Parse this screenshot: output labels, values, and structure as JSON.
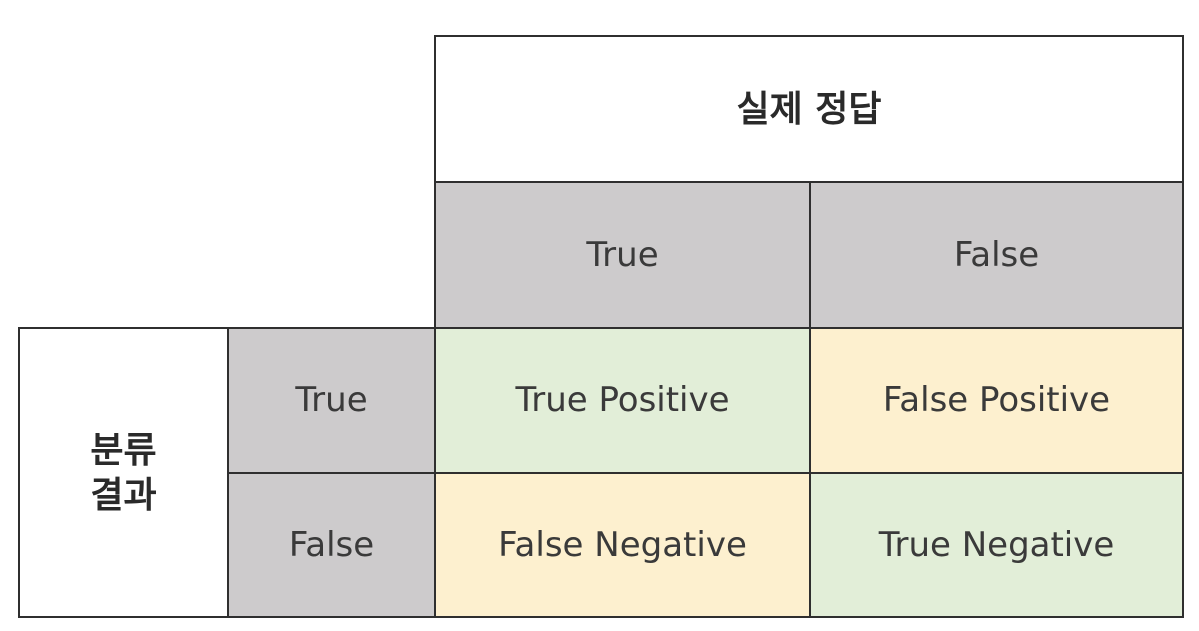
{
  "header": {
    "actual_label": "실제 정답",
    "predicted_label_line1": "분류",
    "predicted_label_line2": "결과"
  },
  "columns": [
    "True",
    "False"
  ],
  "rows": [
    "True",
    "False"
  ],
  "cells": {
    "true_positive": "True Positive",
    "false_positive": "False Positive",
    "false_negative": "False Negative",
    "true_negative": "True Negative"
  },
  "colors": {
    "header_gray": "#cdcbcc",
    "correct_green": "#e2eed8",
    "error_yellow": "#fdf0cf",
    "border": "#2f2f2f"
  }
}
